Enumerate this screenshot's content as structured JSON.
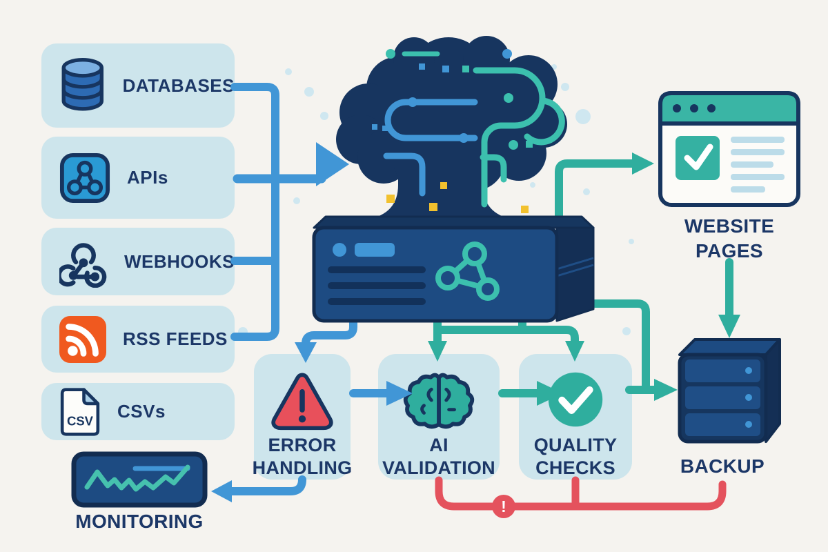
{
  "diagram": {
    "title_hint": "data pipeline infographic",
    "background": "#f5f3ef",
    "colors": {
      "navy": "#17355f",
      "box_fill": "#cde5ec",
      "blue_connector": "#4196d6",
      "teal_connector": "#2fae9e",
      "red_error": "#e4525d",
      "orange_rss": "#f0591f",
      "yellow_chip": "#f2c12e",
      "server_front": "#1d4b82",
      "text_navy": "#1c3767"
    },
    "sources": [
      {
        "label": "DATABASES",
        "icon": "database-icon"
      },
      {
        "label": "APIs",
        "icon": "api-icon"
      },
      {
        "label": "WEBHOOKS",
        "icon": "webhook-icon"
      },
      {
        "label": "RSS FEEDS",
        "icon": "rss-icon"
      },
      {
        "label": "CSVs",
        "icon": "csv-icon"
      }
    ],
    "csv_icon": {
      "text": "CSV"
    },
    "outputs": {
      "website": {
        "label": "WEBSITE\nPAGES"
      },
      "backup": {
        "label": "BACKUP"
      }
    },
    "processes": [
      {
        "label": "ERROR\nHANDLING",
        "icon": "warning-icon"
      },
      {
        "label": "AI\nVALIDATION",
        "icon": "brain-icon"
      },
      {
        "label": "QUALITY\nCHECKS",
        "icon": "check-icon"
      }
    ],
    "monitoring": {
      "label": "MONITORING"
    },
    "alert": {
      "glyph": "!"
    }
  }
}
